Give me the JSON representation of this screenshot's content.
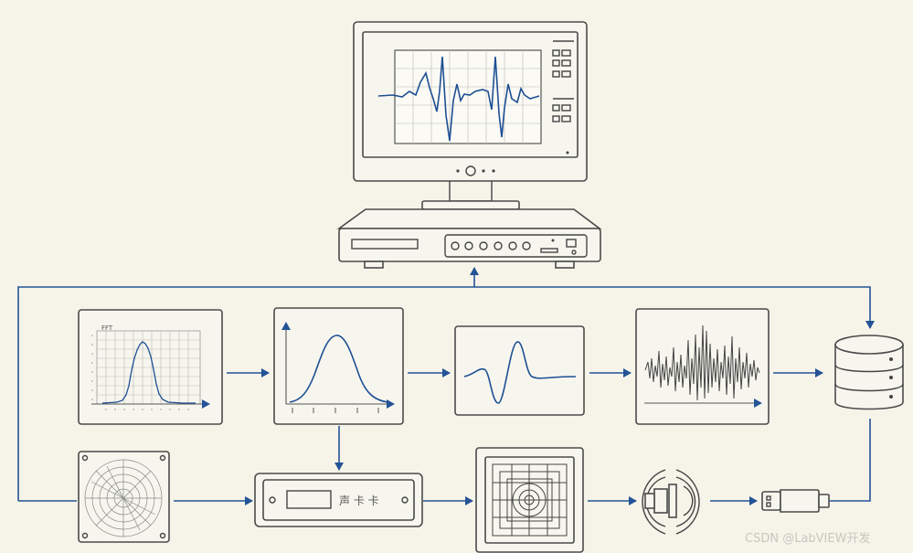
{
  "colors": {
    "flow": "#245396",
    "background": "#f6f4e9",
    "outline": "#4a4a4a"
  },
  "fft_panel": {
    "title": "FFT",
    "corner_label": ""
  },
  "sound_card": {
    "label": "声 卡 卡"
  },
  "watermark": {
    "text": "CSDN @LabVIEW开发"
  },
  "icons": [
    "monitor-icon",
    "daq-box-icon",
    "database-icon",
    "sound-card-icon",
    "sensor-array-icon",
    "usb-plug-icon",
    "ultrasonic-probe-icon",
    "coil-grid-icon"
  ]
}
